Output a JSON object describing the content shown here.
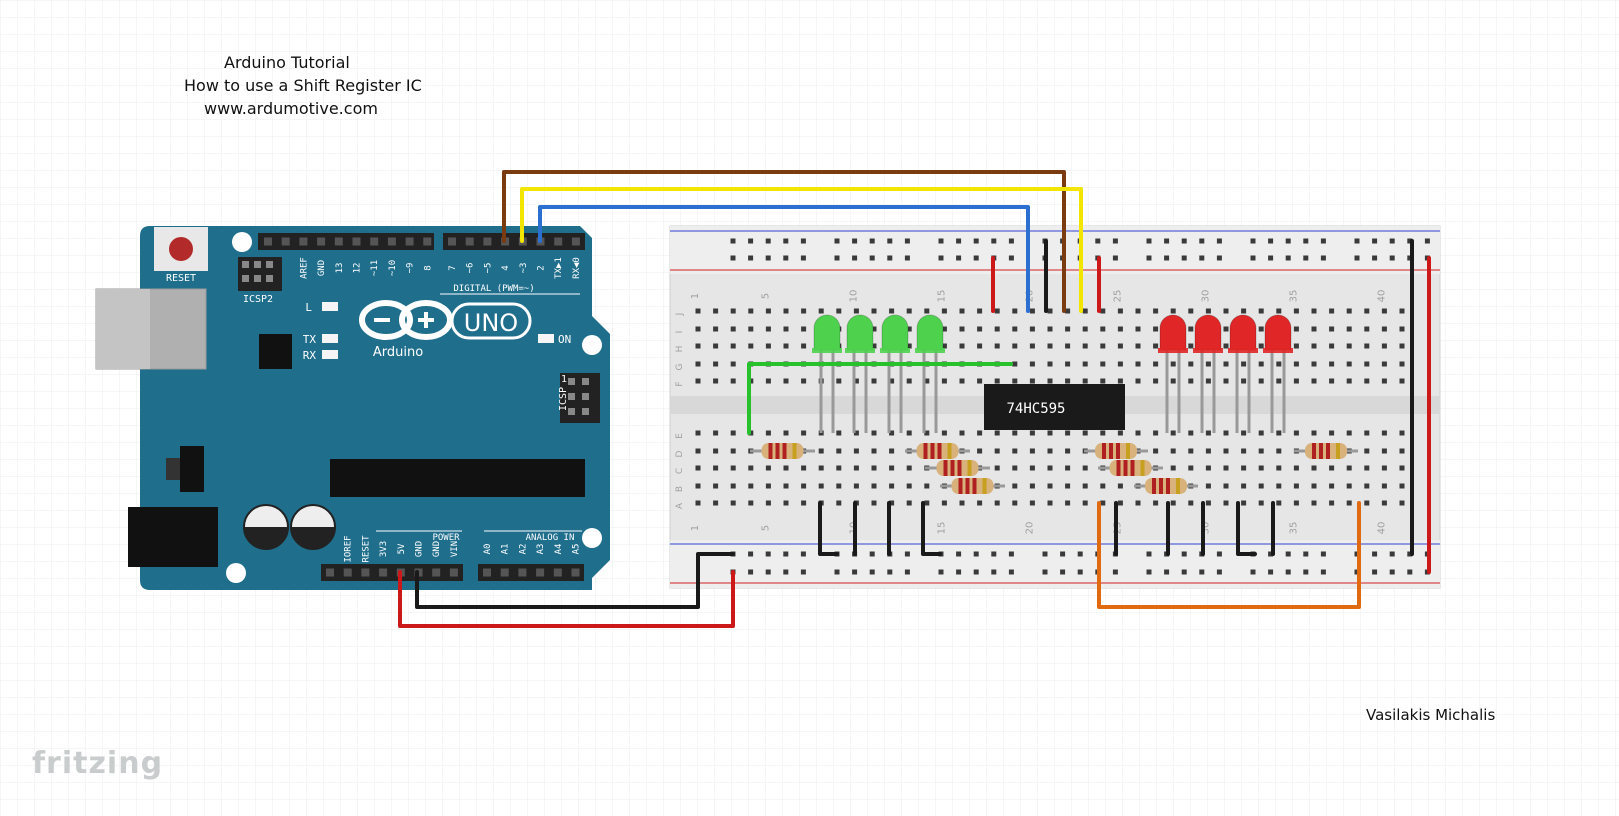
{
  "header": {
    "line1": "Arduino Tutorial",
    "line2": "How to use a Shift Register IC",
    "line3": "www.ardumotive.com"
  },
  "footer": {
    "author": "Vasilakis Michalis",
    "logo": "fritzing"
  },
  "arduino": {
    "brand": "Arduino",
    "model": "UNO",
    "reset_label": "RESET",
    "icsp2_label": "ICSP2",
    "icsp_label": "ICSP",
    "led_l": "L",
    "led_tx": "TX",
    "led_rx": "RX",
    "led_on": "ON",
    "digital_label": "DIGITAL (PWM=~)",
    "power_label": "POWER",
    "analog_label": "ANALOG IN",
    "top_pins_left": [
      "AREF",
      "GND",
      "13",
      "12",
      "~11",
      "~10",
      "~9",
      "8"
    ],
    "top_pins_right": [
      "7",
      "~6",
      "~5",
      "4",
      "~3",
      "2",
      "TX▶1",
      "RX◀0"
    ],
    "bottom_pins_power": [
      "IOREF",
      "RESET",
      "3V3",
      "5V",
      "GND",
      "GND",
      "VIN"
    ],
    "bottom_pins_analog": [
      "A0",
      "A1",
      "A2",
      "A3",
      "A4",
      "A5"
    ],
    "icsp_pin1": "1"
  },
  "breadboard": {
    "ic_label": "74HC595",
    "column_numbers_top": [
      "1",
      "5",
      "10",
      "15",
      "20",
      "25",
      "30",
      "35",
      "40"
    ],
    "column_numbers_bottom": [
      "1",
      "5",
      "10",
      "15",
      "20",
      "25",
      "30",
      "35",
      "40"
    ],
    "row_letters_upper": [
      "J",
      "I",
      "H",
      "G",
      "F"
    ],
    "row_letters_lower": [
      "E",
      "D",
      "C",
      "B",
      "A"
    ]
  },
  "colors": {
    "board_blue": "#1f6e8c",
    "wire_brown": "#7a3b10",
    "wire_yellow": "#f2e600",
    "wire_blue": "#2b6fd0",
    "wire_green": "#27c22b",
    "wire_red": "#cc1818",
    "wire_black": "#1a1a1a",
    "wire_orange": "#e06a10",
    "led_green": "#4ed24e",
    "led_red": "#e02626"
  }
}
